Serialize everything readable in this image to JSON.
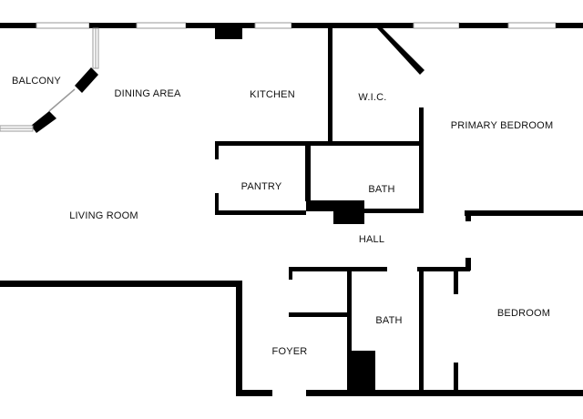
{
  "colors": {
    "wall": "#000000",
    "background": "#ffffff",
    "window": "#9a9a9a"
  },
  "rooms": {
    "balcony": "BALCONY",
    "dining_area": "DINING AREA",
    "kitchen": "KITCHEN",
    "wic": "W.I.C.",
    "primary_bedroom": "PRIMARY BEDROOM",
    "pantry": "PANTRY",
    "bath_upper": "BATH",
    "living_room": "LIVING ROOM",
    "hall": "HALL",
    "bath_lower": "BATH",
    "bedroom": "BEDROOM",
    "foyer": "FOYER"
  }
}
